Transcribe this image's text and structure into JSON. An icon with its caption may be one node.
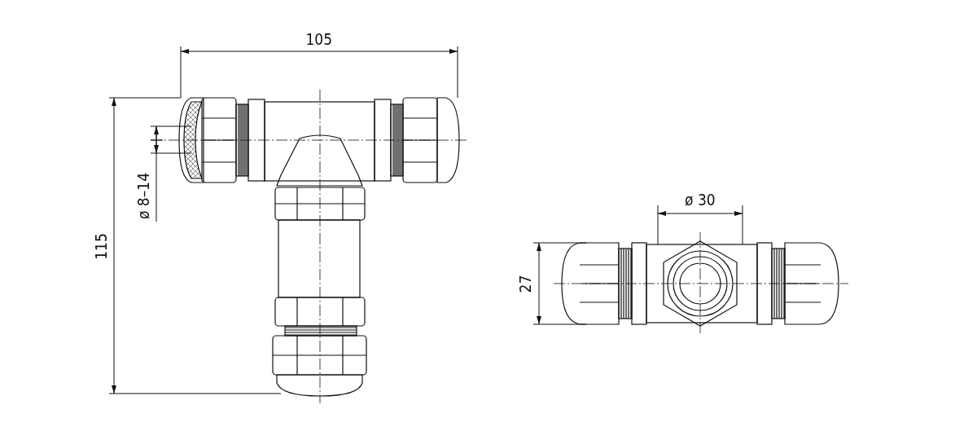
{
  "diagram": {
    "labels": [
      "105",
      "ø 8–14",
      "115",
      "ø 30",
      "27"
    ]
  }
}
